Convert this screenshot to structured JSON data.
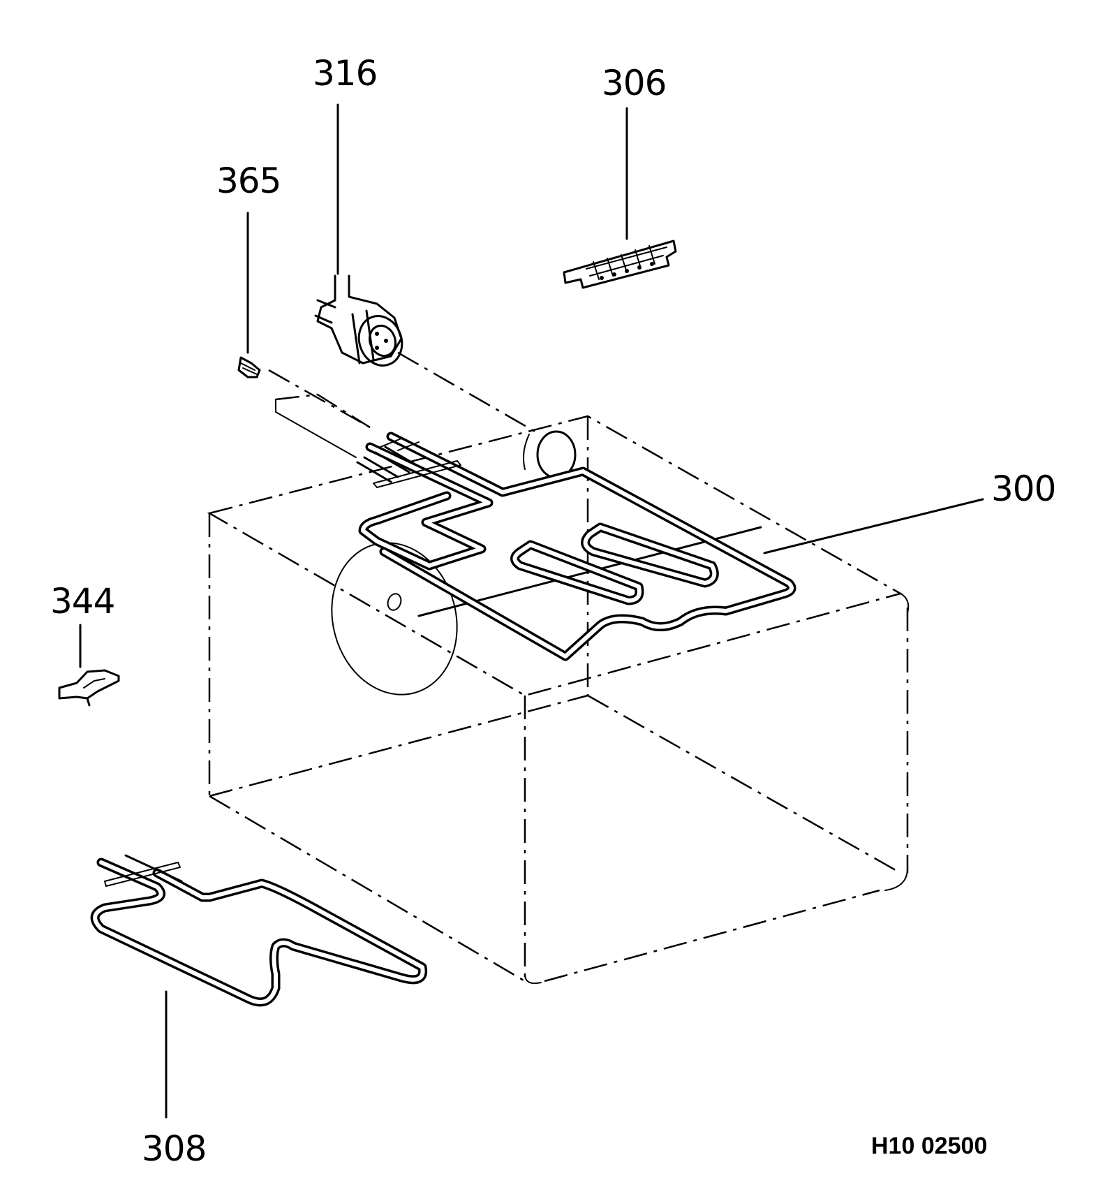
{
  "callouts": {
    "c316": "316",
    "c306": "306",
    "c365": "365",
    "c300": "300",
    "c344": "344",
    "c308": "308"
  },
  "reference_code": "H10 02500"
}
